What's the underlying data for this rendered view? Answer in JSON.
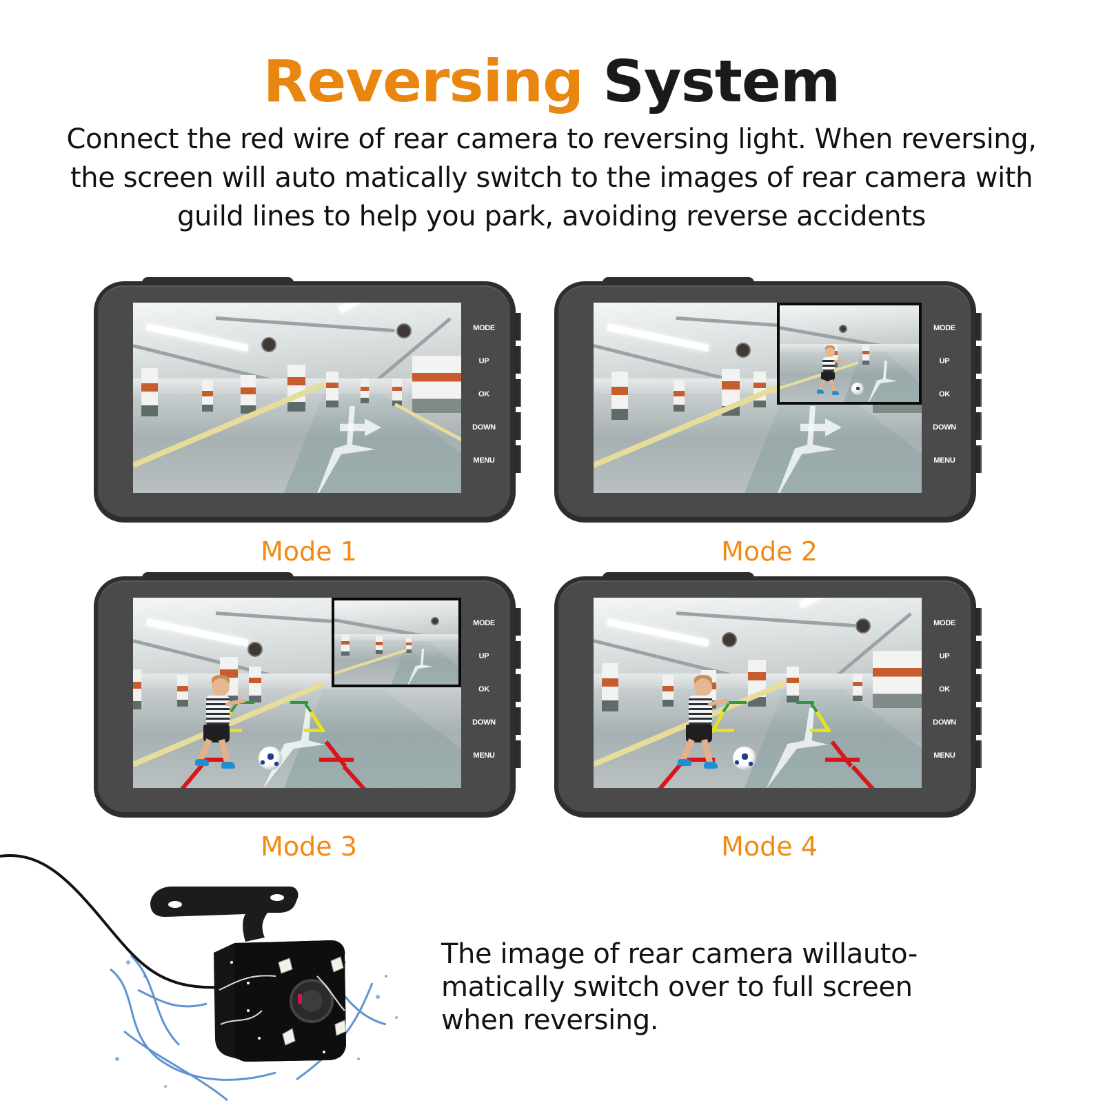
{
  "header": {
    "title_accent": "Reversing",
    "title_rest": "System",
    "accent_color": "#e8860f"
  },
  "intro": {
    "lines": [
      "Connect the red wire of rear camera to reversing light. When reversing,",
      "the screen will auto matically switch to the images of rear camera with",
      "guild lines to help you park, avoiding reverse accidents"
    ]
  },
  "device_buttons": [
    "MODE",
    "UP",
    "OK",
    "DOWN",
    "MENU"
  ],
  "modes": [
    {
      "label": "Mode 1",
      "description_visual": "front camera full screen",
      "pip": false,
      "guide_lines": false
    },
    {
      "label": "Mode 2",
      "description_visual": "front camera full screen with rear camera picture-in-picture top right",
      "pip": true,
      "guide_lines": false
    },
    {
      "label": "Mode 3",
      "description_visual": "rear camera full screen with guide lines and front camera picture-in-picture top right",
      "pip": true,
      "guide_lines": true
    },
    {
      "label": "Mode 4",
      "description_visual": "rear camera full screen with guide lines",
      "pip": false,
      "guide_lines": true
    }
  ],
  "guide_line_colors": {
    "near": "#d8151a",
    "mid": "#e8e21a",
    "far": "#2f9a3a"
  },
  "mode_label_color": "#f08a14",
  "rear_camera": {
    "icon": "rear-camera-icon",
    "note_lines": [
      "The image of rear camera willauto-",
      "matically switch over to full screen",
      "when reversing."
    ]
  }
}
